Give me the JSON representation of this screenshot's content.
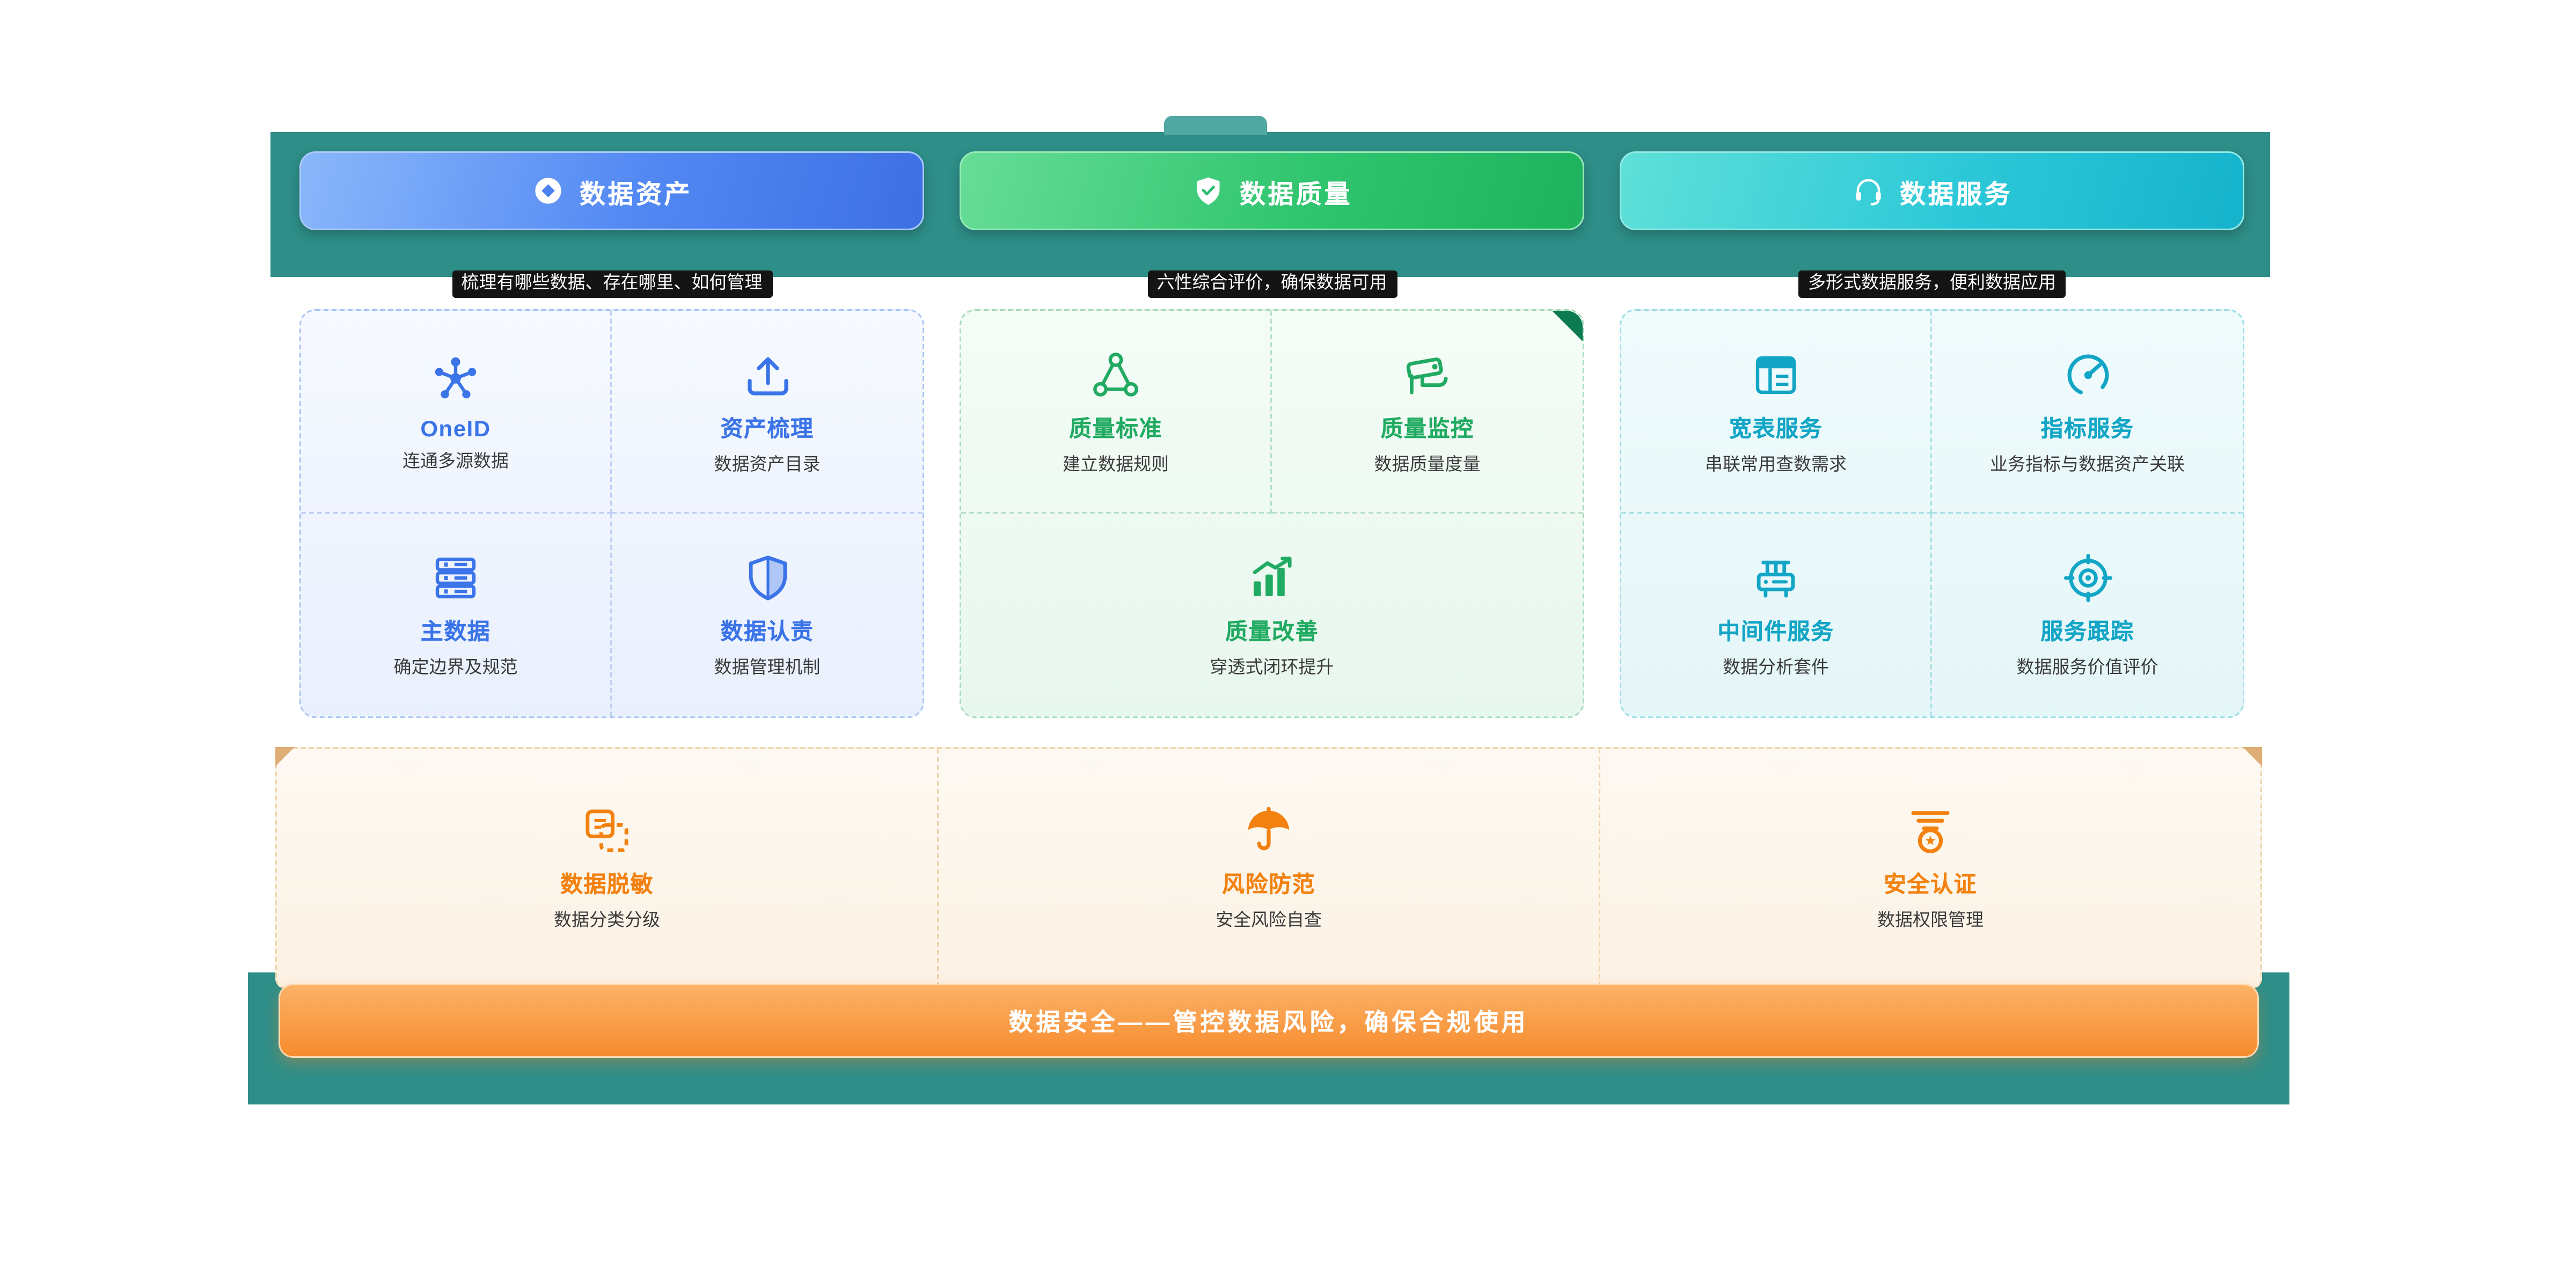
{
  "theme": {
    "band_color": "#2E8E88",
    "assets_accent": "#3B74E8",
    "quality_accent": "#21AB62",
    "services_accent": "#12A5C6",
    "security_accent": "#F2810F",
    "banner_gradient": [
      "#FCB267",
      "#F68B2E"
    ]
  },
  "pillars": [
    {
      "label": "数据资产",
      "icon": "diamond-badge-icon",
      "tagline": "梳理有哪些数据、存在哪里、如何管理",
      "items": [
        {
          "icon": "network-icon",
          "title": "OneID",
          "desc": "连通多源数据"
        },
        {
          "icon": "asset-sort-icon",
          "title": "资产梳理",
          "desc": "数据资产目录"
        },
        {
          "icon": "database-icon",
          "title": "主数据",
          "desc": "确定边界及规范"
        },
        {
          "icon": "shield-icon",
          "title": "数据认责",
          "desc": "数据管理机制"
        }
      ]
    },
    {
      "label": "数据质量",
      "icon": "shield-check-icon",
      "tagline": "六性综合评价，确保数据可用",
      "items": [
        {
          "icon": "node-link-icon",
          "title": "质量标准",
          "desc": "建立数据规则"
        },
        {
          "icon": "cctv-icon",
          "title": "质量监控",
          "desc": "数据质量度量"
        },
        {
          "icon": "chart-up-icon",
          "title": "质量改善",
          "desc": "穿透式闭环提升"
        }
      ]
    },
    {
      "label": "数据服务",
      "icon": "headset-icon",
      "tagline": "多形式数据服务，便利数据应用",
      "items": [
        {
          "icon": "table-icon",
          "title": "宽表服务",
          "desc": "串联常用查数需求"
        },
        {
          "icon": "gauge-icon",
          "title": "指标服务",
          "desc": "业务指标与数据资产关联"
        },
        {
          "icon": "middleware-icon",
          "title": "中间件服务",
          "desc": "数据分析套件"
        },
        {
          "icon": "target-icon",
          "title": "服务跟踪",
          "desc": "数据服务价值评价"
        }
      ]
    }
  ],
  "security": {
    "items": [
      {
        "icon": "data-masking-icon",
        "title": "数据脱敏",
        "desc": "数据分类分级"
      },
      {
        "icon": "umbrella-icon",
        "title": "风险防范",
        "desc": "安全风险自查"
      },
      {
        "icon": "badge-star-icon",
        "title": "安全认证",
        "desc": "数据权限管理"
      }
    ],
    "banner": "数据安全——管控数据风险，确保合规使用"
  }
}
